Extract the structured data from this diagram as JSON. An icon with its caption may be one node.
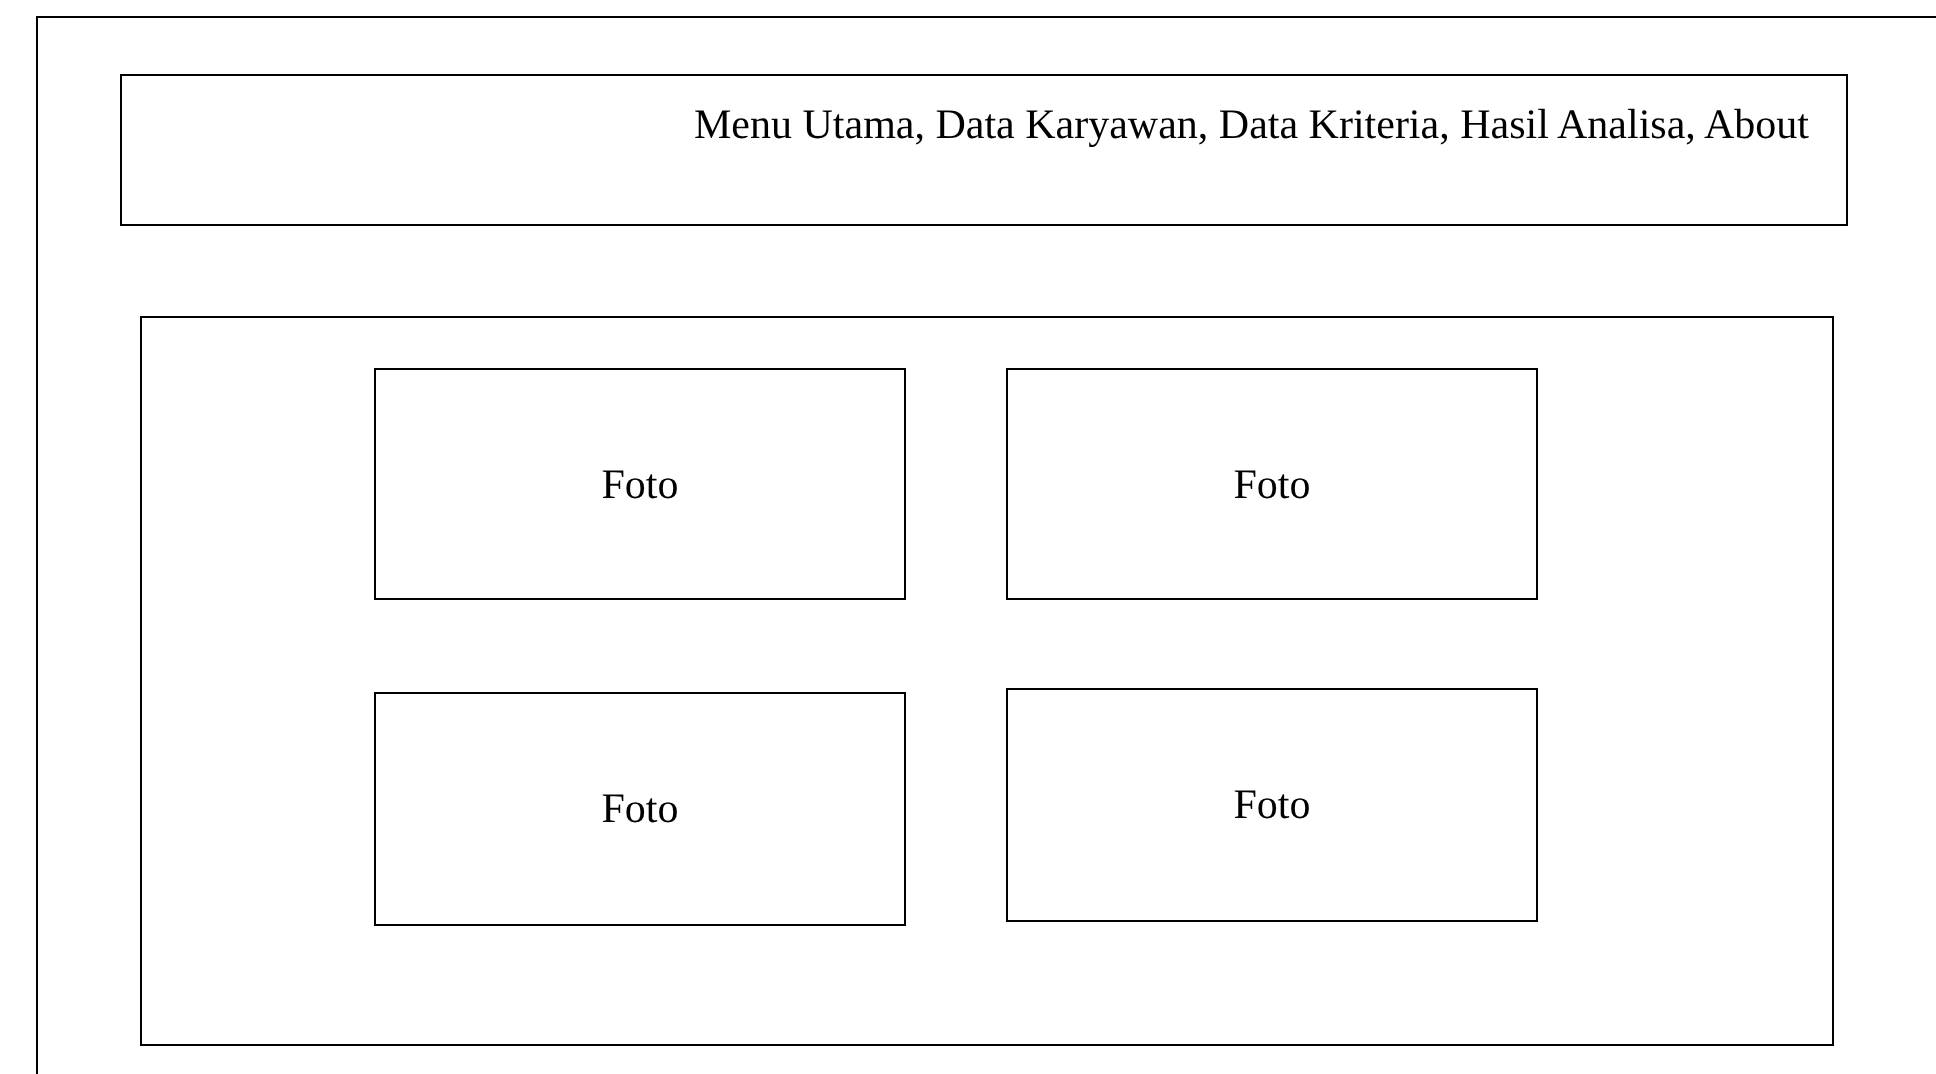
{
  "diagram": {
    "nodes": [
      {
        "text": [],
        "shape": "box"
      },
      {
        "text": [
          "Menu Utama, Data Karyawan, Data Kriteria, Hasil Analisa, About"
        ],
        "in": 0
      },
      {
        "text": [],
        "shape": "box",
        "in": 0
      },
      {
        "text": [
          "Foto"
        ],
        "in": 2
      },
      {
        "text": [
          "Foto"
        ],
        "in": 2
      },
      {
        "text": [
          "Foto"
        ],
        "in": 2
      },
      {
        "text": [
          "Foto"
        ],
        "in": 2
      }
    ]
  }
}
